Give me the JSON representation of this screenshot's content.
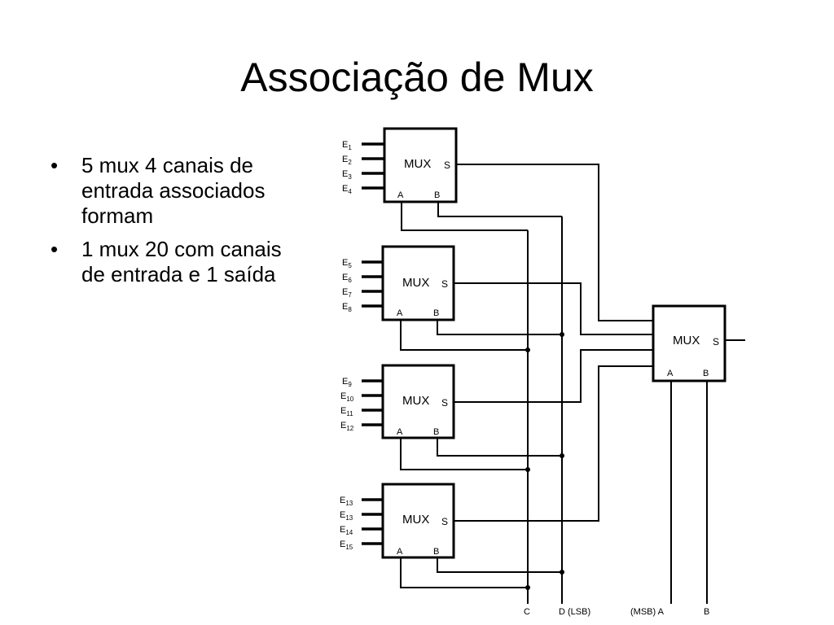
{
  "title": "Associação de Mux",
  "bullets": [
    "5 mux 4 canais de entrada associados formam",
    "1 mux 20 com canais de entrada e 1 saída"
  ],
  "diagram": {
    "mux_label": "MUX",
    "output_label": "S",
    "select_a": "A",
    "select_b": "B",
    "input_letter": "E",
    "input_groups": [
      [
        "1",
        "2",
        "3",
        "4"
      ],
      [
        "5",
        "6",
        "7",
        "8"
      ],
      [
        "9",
        "10",
        "11",
        "12"
      ],
      [
        "13",
        "13",
        "14",
        "15"
      ]
    ],
    "select_labels": {
      "c": "C",
      "d": "D (LSB)",
      "msb_a": "(MSB) A",
      "b": "B"
    }
  }
}
